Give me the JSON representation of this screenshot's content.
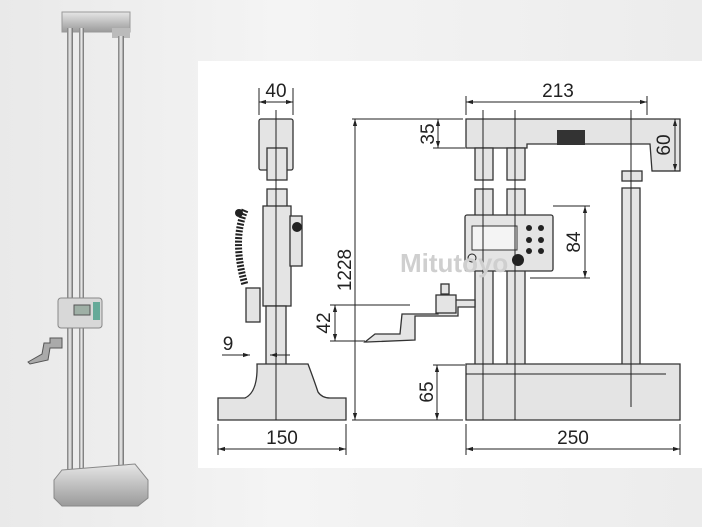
{
  "watermark": "Mitutoyo",
  "dimensions": {
    "side_top_width": "40",
    "side_offset": "9",
    "side_base_width": "150",
    "overall_height": "1228",
    "top_beam_height": "35",
    "front_top_width": "213",
    "top_right_height": "60",
    "display_height": "84",
    "scriber_height": "42",
    "base_height": "65",
    "front_base_width": "250"
  },
  "colors": {
    "line": "#222222",
    "part_fill": "#e4e4e4",
    "panel": "#ffffff"
  }
}
